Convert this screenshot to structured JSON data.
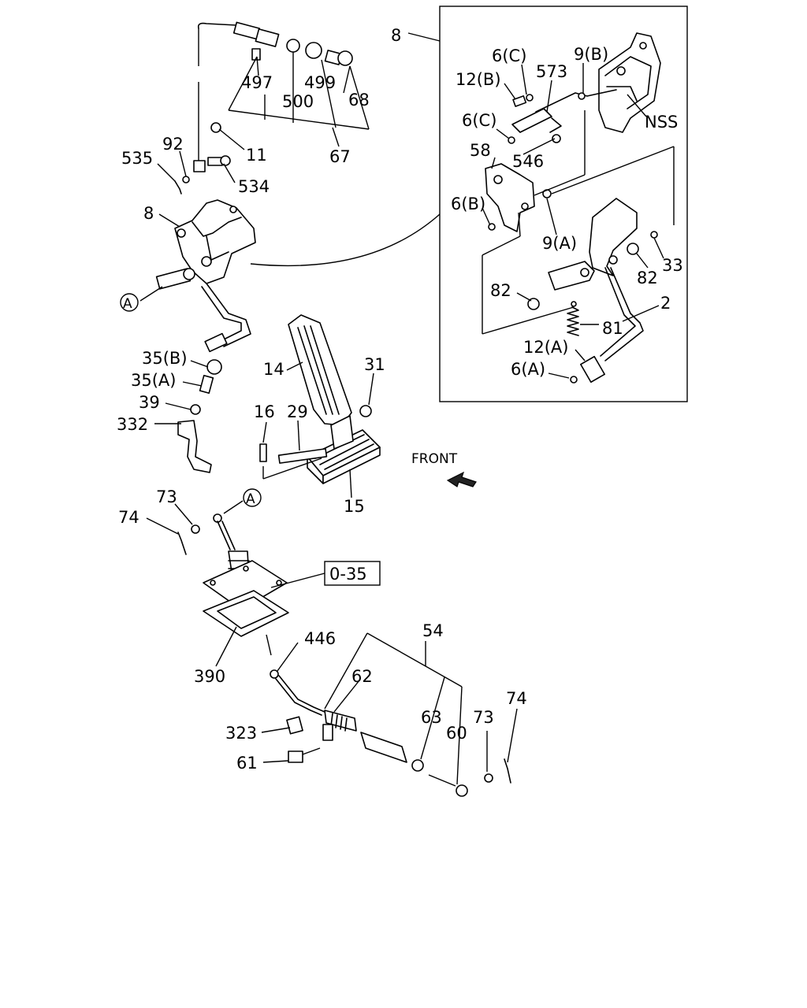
{
  "labels": {
    "l8_top": "8",
    "l6c_a": "6(C)",
    "l9b": "9(B)",
    "l12b": "12(B)",
    "l573": "573",
    "l6c_b": "6(C)",
    "lnss": "NSS",
    "l58": "58",
    "l546": "546",
    "l6b": "6(B)",
    "l9a": "9(A)",
    "l33": "33",
    "l82a": "82",
    "l82b": "82",
    "l2": "2",
    "l81": "81",
    "l12a": "12(A)",
    "l6a": "6(A)",
    "l497": "497",
    "l500": "500",
    "l499": "499",
    "l68": "68",
    "l67": "67",
    "l92": "92",
    "l535": "535",
    "l11": "11",
    "l534": "534",
    "l8_left": "8",
    "lA1": "A",
    "l35b": "35(B)",
    "l35a": "35(A)",
    "l39": "39",
    "l332": "332",
    "l14": "14",
    "l31": "31",
    "l16": "16",
    "l29": "29",
    "l15": "15",
    "lfront": "FRONT",
    "l73a": "73",
    "l74a": "74",
    "lA2": "A",
    "l035": "0-35",
    "l390": "390",
    "l446": "446",
    "l54": "54",
    "l62": "62",
    "l74b": "74",
    "l63": "63",
    "l73b": "73",
    "l60": "60",
    "l323": "323",
    "l61": "61"
  }
}
